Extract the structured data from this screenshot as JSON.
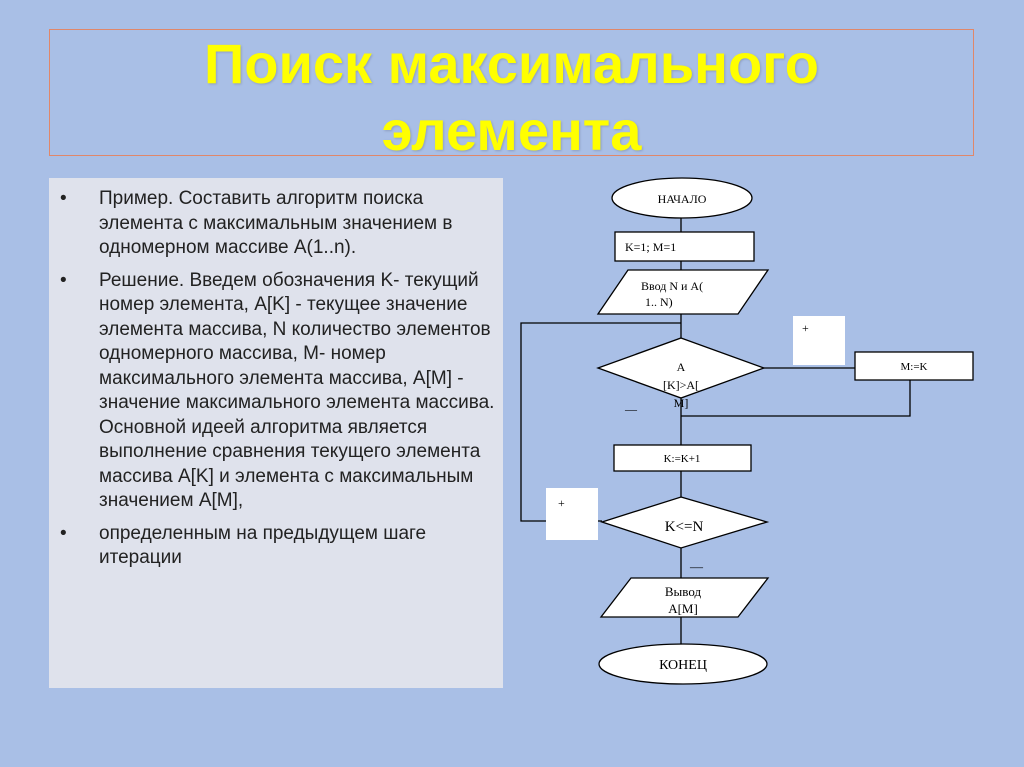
{
  "slide": {
    "title_line1": "Поиск максимального",
    "title_line2": "элемента",
    "bullets": [
      "Пример. Составить алгоритм поиска элемента с максимальным значением в одномерном массиве A(1..n).",
      "Решение. Введем обозначения K- текущий номер элемента,  A[K] - текущее значение элемента массива,   N количество элементов одномерного массива,   M- номер максимального элемента массива, A[M] - значение максимального элемента массива. Основной идеей алгоритма является выполнение сравнения текущего элемента массива A[K] и элемента с максимальным значением A[M],",
      " определенным на предыдущем шаге итерации"
    ]
  },
  "flowchart": {
    "start": "НАЧАЛО",
    "init": "K=1;    M=1",
    "input_line1": "Ввод  N и  A(",
    "input_line2": "1.. N)",
    "cond1_line1": "A",
    "cond1_line2": "[K]>A[",
    "cond1_line3": "M]",
    "cond1_yes": "+",
    "cond1_no": "—",
    "assign_m": "M:=K",
    "increment": "K:=K+1",
    "cond2": "K<=N",
    "cond2_yes": "+",
    "cond2_no": "—",
    "output_line1": "Вывод",
    "output_line2": "A[M]",
    "end": "КОНЕЦ"
  },
  "colors": {
    "background": "#a9bfe6",
    "title": "#ffff00",
    "panel": "#dfe2ec"
  }
}
